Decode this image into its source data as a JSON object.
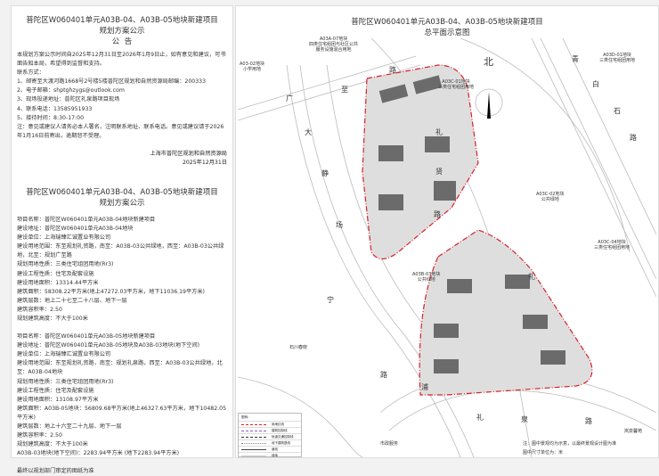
{
  "notice": {
    "title_line1": "普陀区W060401单元A03B-04、A03B-05地块新建项目",
    "title_line2": "规划方案公示",
    "title_line3": "公  告",
    "lines": [
      "本规划方案公示时间自2025年12月31日至2026年1月9日止，如有意见和建议，可书面告知本局，希望得到监督和支持。",
      "联系方式：",
      "1、邮寄至大渡河路1668号2号楼5楼普陀区规划和自然资源局邮编：200333",
      "2、电子邮箱：shptghzygs@outlook.com",
      "3、现场投递地址：普陀区礼泉路项目现场",
      "4、联系电话：13585951933",
      "5、接待时间：8:30-17:00",
      "注：意见或建议人请务必本人署名，注明联系地址、联系电话。意见或建议请于2026年1月16日前寄出，逾期恕不受理。"
    ],
    "issuer": "上海市普陀区规划和自然资源局",
    "date": "2025年12月31日"
  },
  "scheme": {
    "title_line1": "普陀区W060401单元A03B-04、A03B-05地块新建项目",
    "title_line2": "规划方案公示",
    "block04": [
      "项目名称：普陀区W060401单元A03B-04地块新建项目",
      "建设地址：普陀区W060401单元A03B-04地块",
      "建设单位：上海瑞臻汇诚置业有限公司",
      "建设用地范围：东至规划礼资路，南至：A03B-03公共绿地，西至：A03B-03公共绿地，北至：规划广至路",
      "规划用地性质：三类住宅组团用地(Rr3)",
      "建设工程性质：住宅及配套设施",
      "建设用地面积：13314.44平方米",
      "建筑面积：58308.22平方米(地上47272.03平方米，地下11036.19平方米)",
      "建筑层数：地上二十七至二十八层、地下一层",
      "建筑容积率：2.50",
      "规划建筑高度：不大于100米"
    ],
    "block05": [
      "项目名称：普陀区W060401单元A03B-05地块新建项目",
      "建设地址：普陀区W060401单元A03B-05地块及A03B-03地块(地下空间)",
      "建设单位：上海瑞臻汇诚置业有限公司",
      "建设用地范围：东至规划礼资路，南至：规划礼泉路，西至：A03B-03公共绿地，北至：A03B-04地块",
      "规划用地性质：三类住宅组团用地(Rr3)",
      "建设工程性质：住宅及配套设施",
      "建设用地面积：13108.97平方米",
      "建筑面积：A03B-05地块：56809.68平方米(地上46327.63平方米，地下10482.05平方米)",
      "建筑层数：地上十六至二十九层、地下一层",
      "建筑容积率：2.50",
      "规划建筑高度：不大于100米",
      "A03B-03地块(地下空间)：2283.94平方米 (地下2283.94平方米)"
    ],
    "footer": "最终以规划部门审定的图纸为准"
  },
  "plan": {
    "title_line1": "普陀区W060401单元A03B-04、A03B-05地块新建项目",
    "title_line2": "总平面示意图",
    "north": "北",
    "labels": [
      "A03A-07地块\n四类住宅组团与社区公共\n服务设施混合用地",
      "A03-02地块\n小学用地",
      "A03C-01地块\n三类住宅组团用地",
      "A03D-01地块\n三类住宅组团用地",
      "A03C-02地块\n公共绿地",
      "A03C-04地块\n三类住宅组团用地",
      "A03B-03地块\n公共绿地",
      "石川春晓",
      "市政服务",
      "岚泉馨苑"
    ],
    "roads": [
      "路",
      "至",
      "广",
      "大",
      "静",
      "场",
      "宁",
      "路",
      "浦",
      "礼",
      "泉",
      "路",
      "青",
      "白",
      "石",
      "路",
      "礼",
      "贤",
      "路",
      "礼"
    ],
    "legend": {
      "title": "图例：",
      "items": [
        "用地红线",
        "建筑控制线",
        "轨道交通控制线",
        "地下建筑退线",
        "道线",
        "绿地"
      ]
    },
    "note1": "注：图中景观均为示意，以最终景观设计图为准",
    "note2": "图中尺寸单位为：米",
    "colors": {
      "boundary": "#d9202a",
      "building": "#6b6b6b",
      "site": "#d6d6d6"
    }
  }
}
